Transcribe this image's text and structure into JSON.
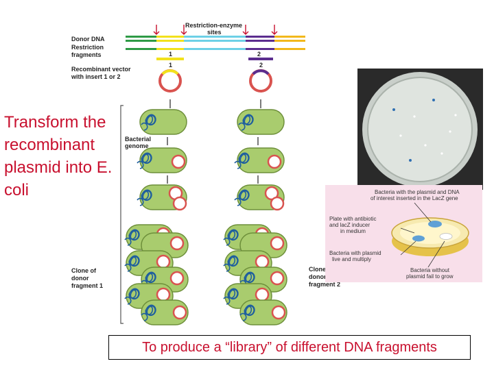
{
  "left_text": "Transform the recombinant plasmid into E. coli",
  "caption": "To produce a “library” of different DNA fragments",
  "labels": {
    "donor_dna": "Donor DNA",
    "restriction_fragments_1": "Restriction",
    "restriction_fragments_2": "fragments",
    "restriction_sites_1": "Restriction-enzyme",
    "restriction_sites_2": "sites",
    "recombinant_vector_1": "Recombinant vector",
    "recombinant_vector_2": "with insert 1 or 2",
    "bacterial_genome_1": "Bacterial",
    "bacterial_genome_2": "genome",
    "clone1_1": "Clone of",
    "clone1_2": "donor",
    "clone1_3": "fragment 1",
    "clone2_1": "Clone of",
    "clone2_2": "donor",
    "clone2_3": "fragment 2",
    "insert_1": "1",
    "insert_2": "2"
  },
  "plate_panel": {
    "bacteria_plasmid_1": "Bacteria with the plasmid and DNA",
    "bacteria_plasmid_2": "of interest inserted in the LacZ gene",
    "plate_antibiotic_1": "Plate with antibiotic",
    "plate_antibiotic_2": "and lacZ inducer",
    "plate_antibiotic_3": "in medium",
    "bacteria_live_1": "Bacteria with plasmid",
    "bacteria_live_2": "live and multiply",
    "bacteria_without_1": "Bacteria without",
    "bacteria_without_2": "plasmid fail to grow"
  },
  "colors": {
    "red_text": "#c8102e",
    "cell_fill": "#a9cc6e",
    "cell_stroke": "#6d8f3a",
    "plasmid_ring": "#d9534f",
    "genome": "#1f5f9e",
    "insert1": "#f2e11b",
    "insert2": "#5b2d8e"
  }
}
